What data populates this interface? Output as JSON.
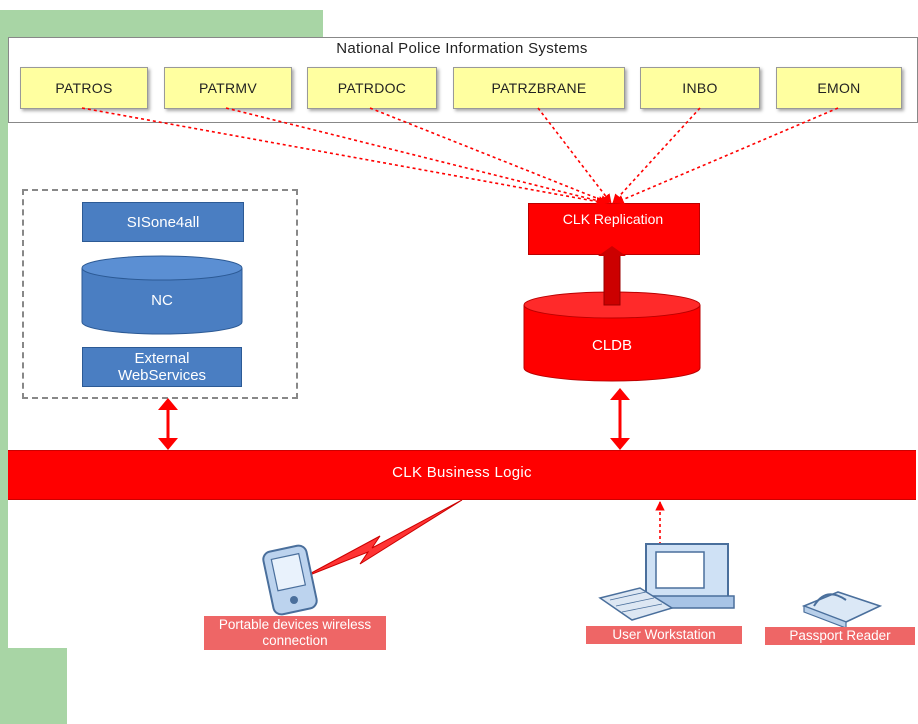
{
  "header": {
    "title": "National Police Information Systems"
  },
  "systems": [
    {
      "label": "PATROS"
    },
    {
      "label": "PATRMV"
    },
    {
      "label": "PATRDOC"
    },
    {
      "label": "PATRZBRANE"
    },
    {
      "label": "INBO"
    },
    {
      "label": "EMON"
    }
  ],
  "external": {
    "sisone": "SISone4all",
    "nc": "NC",
    "webservices": "External WebServices"
  },
  "clk": {
    "replication": "CLK Replication",
    "cldb": "CLDB",
    "business_logic": "CLK Business Logic"
  },
  "devices": {
    "portable": "Portable devices wireless connection",
    "workstation": "User Workstation",
    "passport": "Passport Reader"
  },
  "colors": {
    "red": "#ff0000",
    "blue": "#4a7ec2",
    "yellow": "#ffffa0",
    "green": "#a8d5a5"
  }
}
